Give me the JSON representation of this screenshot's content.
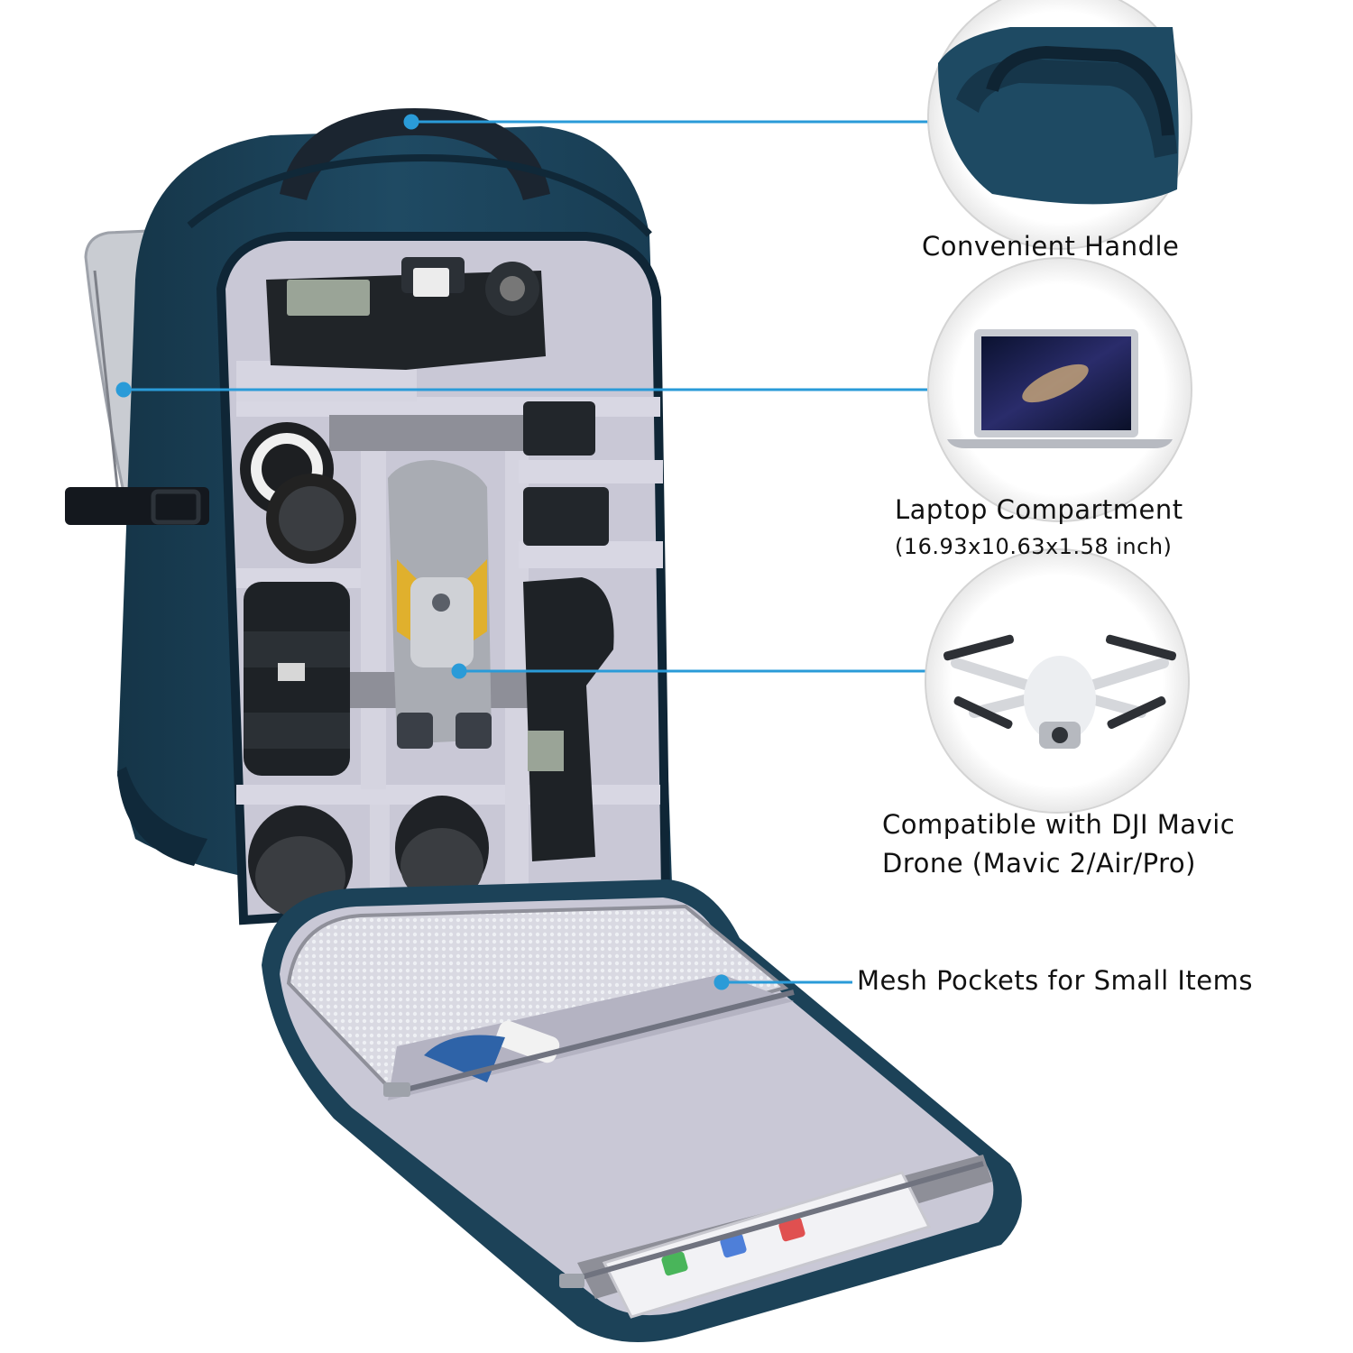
{
  "features": {
    "handle": {
      "label": "Convenient Handle",
      "icon": "handle-closeup"
    },
    "laptop": {
      "label": "Laptop Compartment",
      "dimensions": "(16.93x10.63x1.58 inch)",
      "icon": "laptop-icon"
    },
    "drone": {
      "label_line1": "Compatible with DJI Mavic",
      "label_line2": "Drone (Mavic 2/Air/Pro)",
      "icon": "drone-icon"
    },
    "mesh": {
      "label": "Mesh Pockets for Small Items"
    }
  },
  "colors": {
    "bag_navy": "#1f4a63",
    "bag_dark": "#173a4f",
    "lining_grey": "#c9c8d6",
    "callout_line": "#2a9bd8"
  }
}
